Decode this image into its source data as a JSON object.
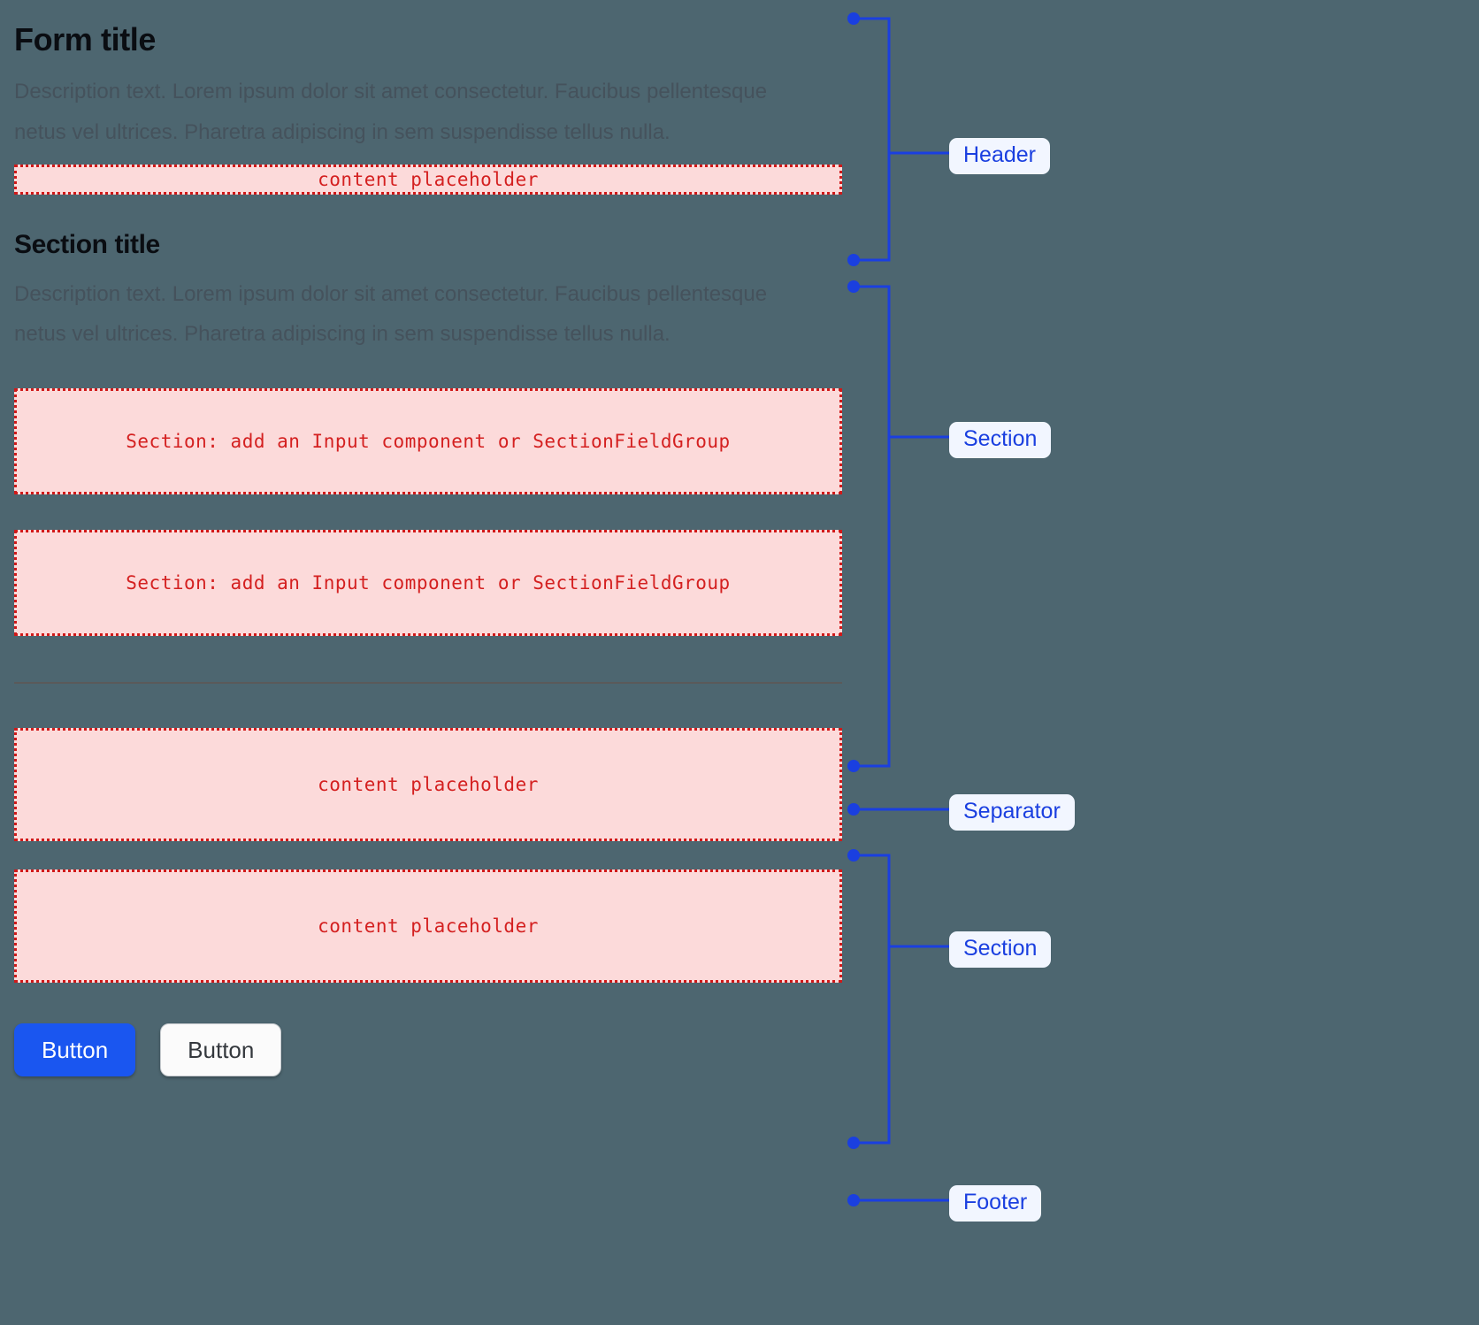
{
  "page": {
    "background_color": "#4d6670",
    "accent_blue": "#1a3fe0",
    "placeholder_fill": "#fcdada",
    "placeholder_border": "#d01919",
    "placeholder_text_color": "#d42020"
  },
  "header": {
    "title": "Form title",
    "description": "Description text. Lorem ipsum dolor sit amet consectetur. Faucibus pellentesque netus vel ultrices. Pharetra adipiscing in sem suspendisse tellus nulla.",
    "placeholder": "content placeholder"
  },
  "section": {
    "title": "Section title",
    "description": "Description text. Lorem ipsum dolor sit amet consectetur. Faucibus pellentesque netus vel ultrices. Pharetra adipiscing in sem suspendisse tellus nulla.",
    "placeholders": [
      "Section: add an Input component or SectionFieldGroup",
      "Section: add an Input component or SectionFieldGroup"
    ]
  },
  "second_section": {
    "placeholders": [
      "content placeholder",
      "content placeholder"
    ]
  },
  "footer": {
    "primary_button": "Button",
    "secondary_button": "Button"
  },
  "annotations": {
    "header_label": "Header",
    "section_label": "Section",
    "separator_label": "Separator",
    "second_section_label": "Section",
    "footer_label": "Footer"
  }
}
